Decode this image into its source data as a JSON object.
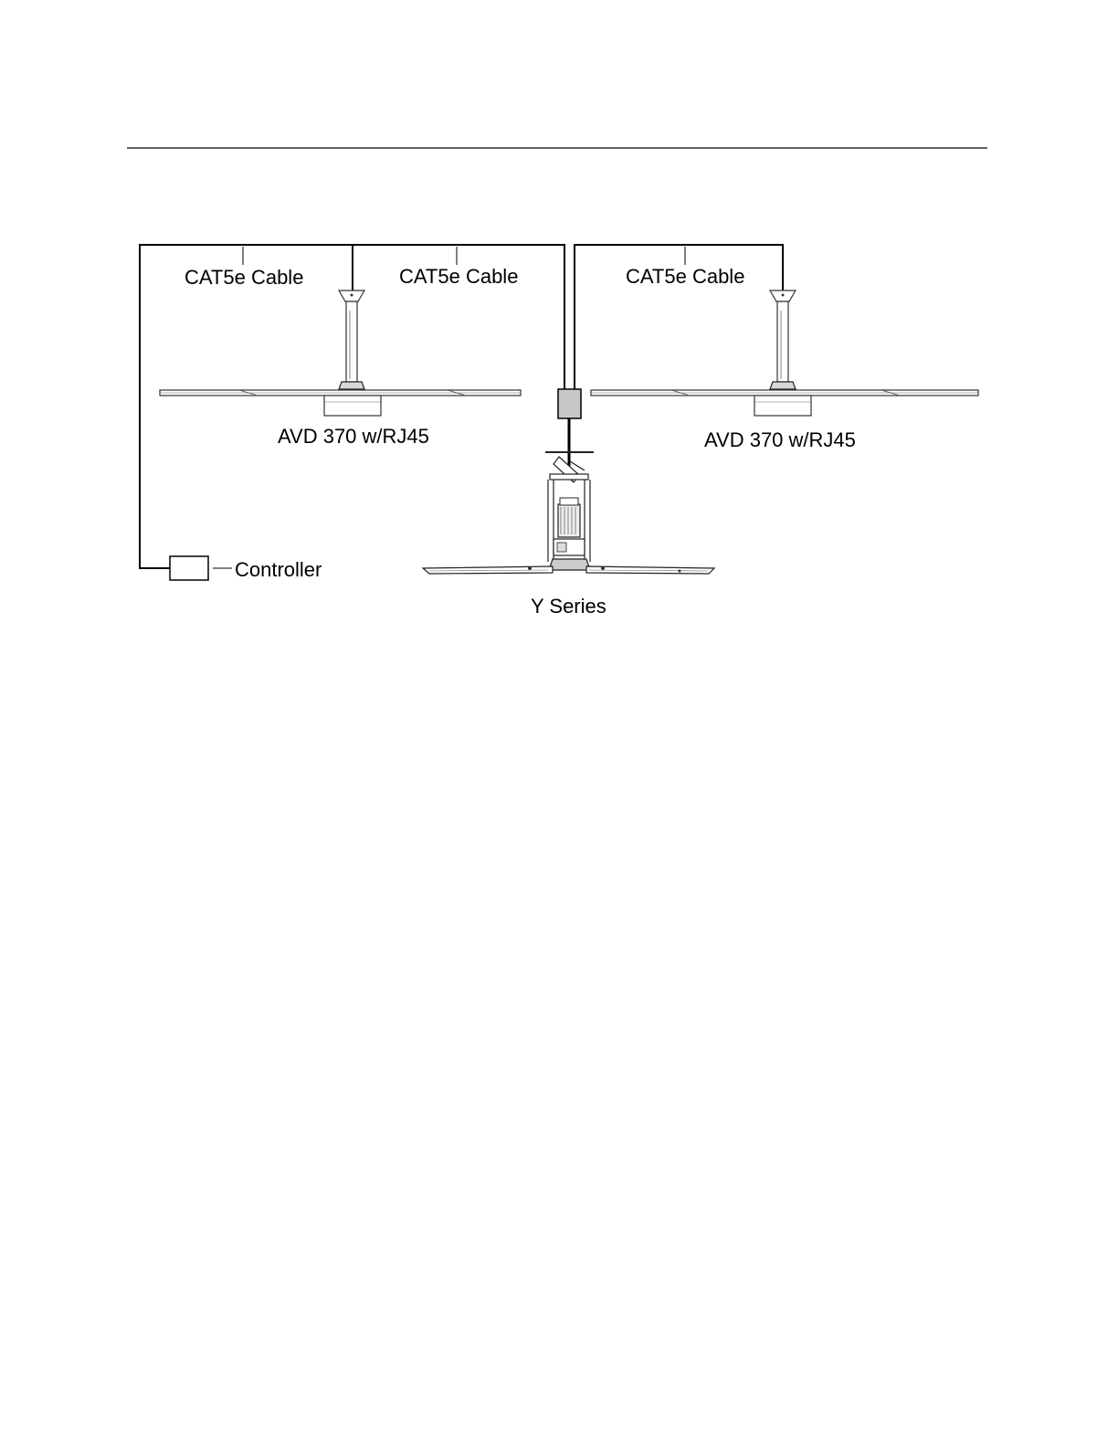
{
  "labels": {
    "cable_1": "CAT5e Cable",
    "cable_2": "CAT5e Cable",
    "cable_3": "CAT5e Cable",
    "fan_left": "AVD 370 w/RJ45",
    "fan_right": "AVD 370 w/RJ45",
    "controller": "Controller",
    "y_series": "Y Series"
  },
  "colors": {
    "line": "#000000",
    "junction_fill": "#c8c8c8"
  }
}
